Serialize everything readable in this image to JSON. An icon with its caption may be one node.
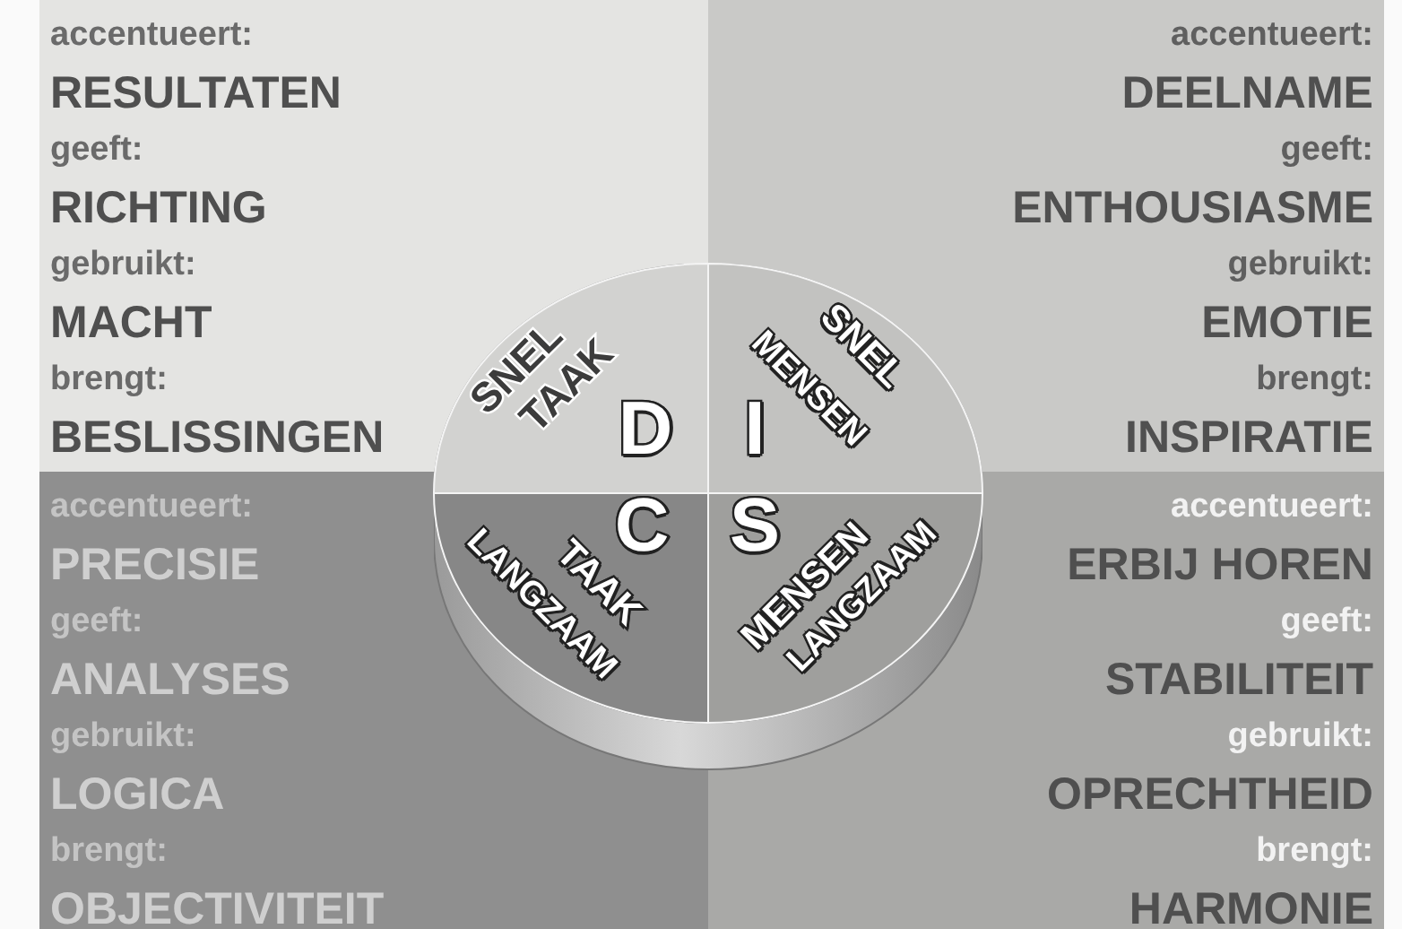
{
  "diagram": {
    "nodes": [
      {
        "text": [
          "accentueert:",
          "RESULTATEN",
          "geeft:",
          "RICHTING",
          "gebruikt:",
          "MACHT",
          "brengt:",
          "BESLISSINGEN"
        ]
      },
      {
        "text": [
          "accentueert:",
          "DEELNAME",
          "geeft:",
          "ENTHOUSIASME",
          "gebruikt:",
          "EMOTIE",
          "brengt:",
          "INSPIRATIE"
        ]
      },
      {
        "text": [
          "accentueert:",
          "PRECISIE",
          "geeft:",
          "ANALYSES",
          "gebruikt:",
          "LOGICA",
          "brengt:",
          "OBJECTIVITEIT"
        ]
      },
      {
        "text": [
          "accentueert:",
          "ERBIJ HOREN",
          "geeft:",
          "STABILITEIT",
          "gebruikt:",
          "OPRECHTHEID",
          "brengt:",
          "HARMONIE"
        ]
      },
      {
        "text": [],
        "shape": "cylinder"
      },
      {
        "text": [
          "SNEL",
          "TAAK",
          "D"
        ],
        "in": 4
      },
      {
        "text": [
          "SNEL",
          "MENSEN",
          "I"
        ],
        "in": 4
      },
      {
        "text": [
          "C",
          "TAAK",
          "LANGZAAM"
        ],
        "in": 4
      },
      {
        "text": [
          "S",
          "MENSEN",
          "LANGZAAM"
        ],
        "in": 4
      }
    ]
  }
}
